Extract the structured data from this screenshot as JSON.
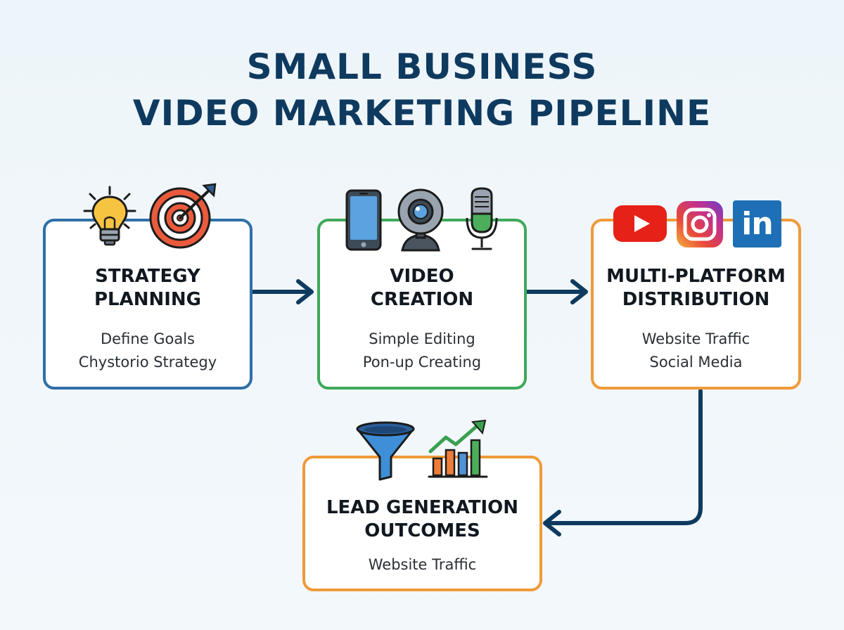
{
  "title": {
    "line1": "SMALL BUSINESS",
    "line2": "VIDEO MARKETING PIPELINE"
  },
  "colors": {
    "title": "#0f3a5f",
    "strategy_border": "#2f6fa7",
    "creation_border": "#3fa95a",
    "distribution_border": "#ef9a3a",
    "outcomes_border": "#ef9a3a",
    "arrow": "#0f3a5f"
  },
  "steps": [
    {
      "heading": [
        "STRATEGY",
        "PLANNING"
      ],
      "lines": [
        "Define Goals",
        "Chystorio Strategy"
      ],
      "icons": [
        "lightbulb-icon",
        "target-icon"
      ]
    },
    {
      "heading": [
        "VIDEO",
        "CREATION"
      ],
      "lines": [
        "Simple Editing",
        "Pon-up Creating"
      ],
      "icons": [
        "smartphone-icon",
        "webcam-icon",
        "microphone-icon"
      ]
    },
    {
      "heading": [
        "MULTI-PLATFORM",
        "DISTRIBUTION"
      ],
      "lines": [
        "Website Traffic",
        "Social Media"
      ],
      "icons": [
        "youtube-icon",
        "instagram-icon",
        "linkedin-icon"
      ]
    },
    {
      "heading": [
        "LEAD GENERATION",
        "OUTCOMES"
      ],
      "lines": [
        "Website Traffic"
      ],
      "icons": [
        "funnel-icon",
        "growth-chart-icon"
      ]
    }
  ],
  "logos": {
    "linkedin_text": "in"
  }
}
